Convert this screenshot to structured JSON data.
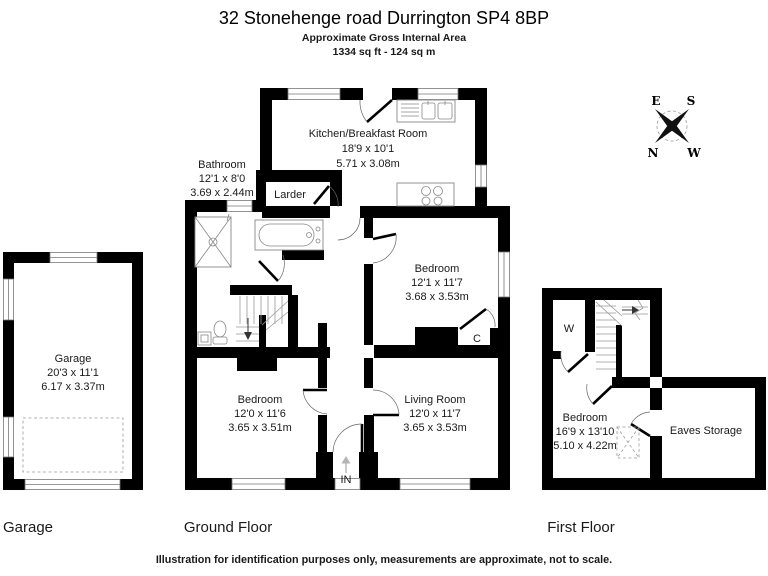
{
  "header": {
    "title": "32 Stonehenge road Durrington SP4 8BP",
    "subtitle": "Approximate Gross Internal Area",
    "area": "1334 sq ft - 124 sq m"
  },
  "compass": {
    "north": "N",
    "east": "E",
    "south": "S",
    "west": "W"
  },
  "garage": {
    "floor_label": "Garage",
    "room": {
      "name": "Garage",
      "imperial": "20'3 x 11'1",
      "metric": "6.17 x 3.37m"
    }
  },
  "ground_floor": {
    "floor_label": "Ground Floor",
    "kitchen": {
      "name": "Kitchen/Breakfast Room",
      "imperial": "18'9 x 10'1",
      "metric": "5.71 x 3.08m"
    },
    "bathroom": {
      "name": "Bathroom",
      "imperial": "12'1 x 8'0",
      "metric": "3.69 x 2.44m"
    },
    "larder": {
      "name": "Larder"
    },
    "bedroom_rear": {
      "name": "Bedroom",
      "imperial": "12'1 x 11'7",
      "metric": "3.68 x 3.53m"
    },
    "bedroom_front": {
      "name": "Bedroom",
      "imperial": "12'0 x 11'6",
      "metric": "3.65 x 3.51m"
    },
    "living_room": {
      "name": "Living Room",
      "imperial": "12'0 x 11'7",
      "metric": "3.65 x 3.53m"
    },
    "cupboard_label": "C",
    "entrance_label": "IN"
  },
  "first_floor": {
    "floor_label": "First Floor",
    "bedroom": {
      "name": "Bedroom",
      "imperial": "16'9 x 13'10",
      "metric": "5.10 x 4.22m"
    },
    "eaves": {
      "name": "Eaves Storage"
    },
    "wardrobe_label": "W"
  },
  "footer": {
    "disclaimer": "Illustration for identification purposes only, measurements are approximate, not to scale."
  },
  "colors": {
    "wall": "#000000",
    "text": "#1a1a1a",
    "background": "#ffffff"
  }
}
